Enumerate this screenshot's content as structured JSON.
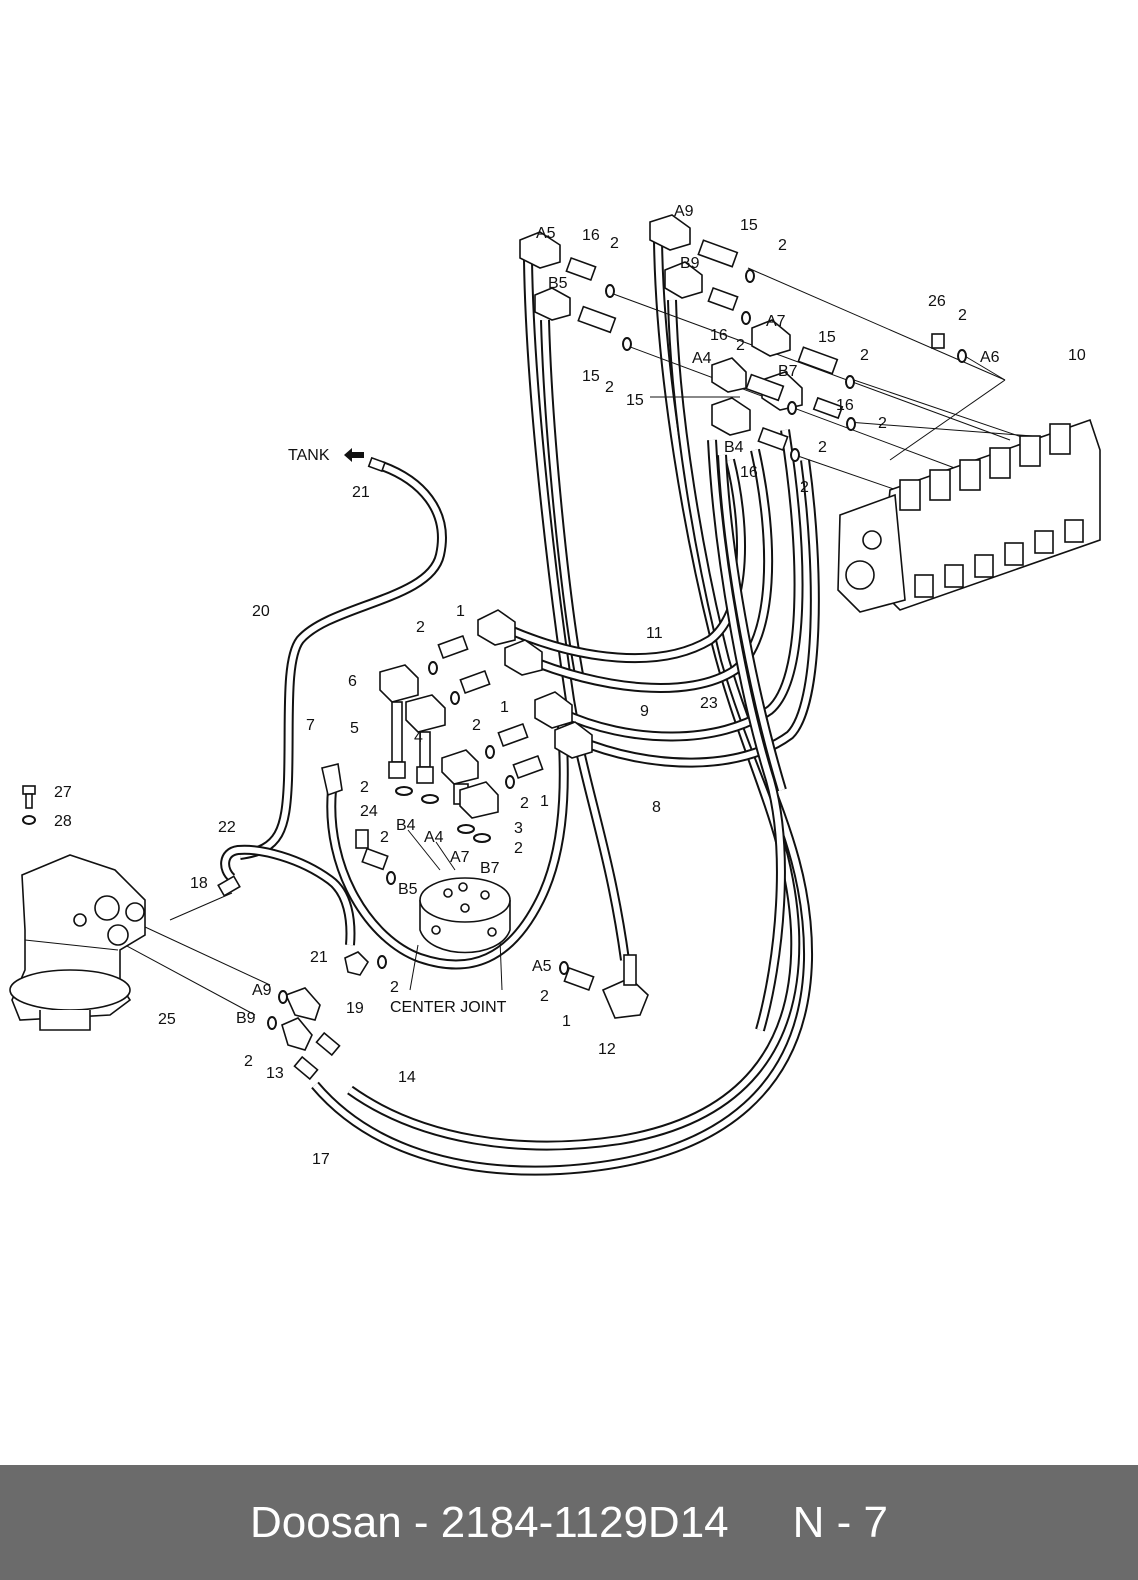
{
  "diagram": {
    "tank_label": "TANK",
    "center_joint_label": "CENTER JOINT",
    "port_labels": {
      "a5_top": "A5",
      "b5_top": "B5",
      "a9_top": "A9",
      "b9_top": "B9",
      "a7_top": "A7",
      "b7_top": "B7",
      "a4_top": "A4",
      "b4_top": "B4",
      "a6": "A6",
      "b4_cj": "B4",
      "a4_cj": "A4",
      "a7_cj": "A7",
      "b7_cj": "B7",
      "b5_cj": "B5",
      "a5_bottom": "A5",
      "a9_motor": "A9",
      "b9_motor": "B9"
    },
    "part_numbers": {
      "p16_a": "16",
      "p2_a": "2",
      "p15_a": "15",
      "p2_b": "2",
      "p16_b": "16",
      "p2_c": "2",
      "p15_b": "15",
      "p2_d": "2",
      "p26": "26",
      "p2_e": "2",
      "p10": "10",
      "p15_c": "15",
      "p2_f": "2",
      "p15_d": "15",
      "p2_g": "2",
      "p16_c": "16",
      "p2_h": "2",
      "p2_i": "2",
      "p16_d": "16",
      "p2_j": "2",
      "p21_top": "21",
      "p20": "20",
      "p2_k": "2",
      "p1_a": "1",
      "p11": "11",
      "p6": "6",
      "p5": "5",
      "p23": "23",
      "p2_l": "2",
      "p1_b": "1",
      "p9": "9",
      "p7": "7",
      "p4": "4",
      "p2_m": "2",
      "p2_n": "2",
      "p1_c": "1",
      "p8": "8",
      "p24": "24",
      "p2_o": "2",
      "p3": "3",
      "p2_p": "2",
      "p27": "27",
      "p28": "28",
      "p22": "22",
      "p18": "18",
      "p21_bottom": "21",
      "p2_q": "2",
      "p19": "19",
      "p2_r": "2",
      "p1_d": "1",
      "p12": "12",
      "p25": "25",
      "p2_s": "2",
      "p13": "13",
      "p14": "14",
      "p17": "17"
    }
  },
  "footer": {
    "brand": "Doosan - 2184-1129D14",
    "page": "N - 7"
  }
}
